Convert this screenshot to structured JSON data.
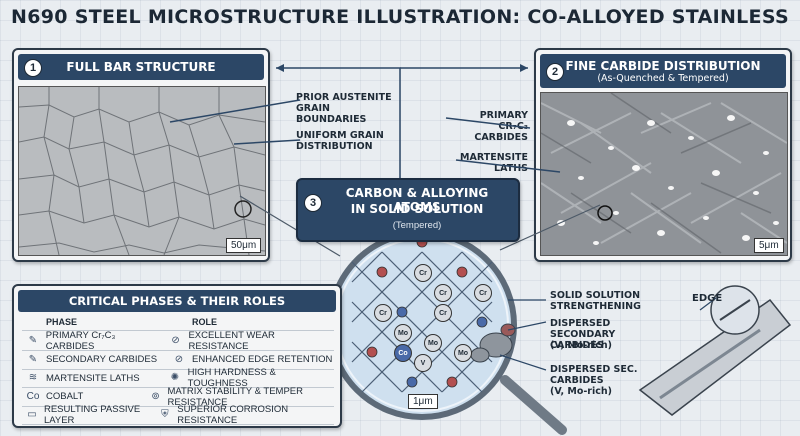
{
  "title": "N690 STEEL MICROSTRUCTURE ILLUSTRATION: CO-ALLOYED STAINLESS",
  "panel1": {
    "number": "1",
    "heading": "FULL BAR STRUCTURE",
    "scale": "50μm",
    "labels": {
      "grain_boundaries": "PRIOR AUSTENITE GRAIN BOUNDARIES",
      "uniform": "UNIFORM GRAIN DISTRIBUTION"
    }
  },
  "panel2": {
    "number": "2",
    "heading": "FINE CARBIDE DISTRIBUTION",
    "subheading": "(As-Quenched & Tempered)",
    "scale": "5μm",
    "labels": {
      "primary": "PRIMARY Cr₇C₃ CARBIDES",
      "martensite": "MARTENSITE LATHS"
    }
  },
  "panel3": {
    "number": "3",
    "heading_line1": "CARBON & ALLOYING ATOMS",
    "heading_line2": "IN SOLID SOLUTION",
    "subheading": "(Tempered)",
    "scale": "1μm",
    "atoms": [
      "Cr",
      "Cr",
      "Cr",
      "Cr",
      "Cr",
      "Mo",
      "Mo",
      "Co",
      "Mo",
      "V"
    ],
    "labels": {
      "solid_solution": "SOLID SOLUTION STRENGTHENING",
      "dispersed1": "DISPERSED SECONDARY CARBIDES",
      "dispersed1_sub": "(V, Mo-rich)",
      "dispersed2": "DISPERSED SEC. CARBIDES",
      "dispersed2_sub": "(V, Mo-rich)"
    }
  },
  "phases": {
    "heading": "CRITICAL PHASES & THEIR ROLES",
    "col_phase": "PHASE",
    "col_role": "ROLE",
    "rows": [
      {
        "phase": "PRIMARY Cr₇C₃ CARBIDES",
        "role": "EXCELLENT WEAR RESISTANCE",
        "phase_icon": "carbide-icon",
        "role_icon": "wear-icon"
      },
      {
        "phase": "SECONDARY CARBIDES",
        "role": "ENHANCED EDGE RETENTION",
        "phase_icon": "carbide-icon",
        "role_icon": "edge-icon"
      },
      {
        "phase": "MARTENSITE LATHS",
        "role": "HIGH HARDNESS & TOUGHNESS",
        "phase_icon": "laths-icon",
        "role_icon": "hardness-icon"
      },
      {
        "phase": "COBALT",
        "role": "MATRIX STABILITY & TEMPER RESISTANCE",
        "phase_icon": "Co",
        "role_icon": "stability-icon"
      },
      {
        "phase": "RESULTING PASSIVE LAYER",
        "role": "SUPERIOR CORROSION RESISTANCE",
        "phase_icon": "layer-icon",
        "role_icon": "shield-icon"
      }
    ]
  },
  "edge": {
    "label": "EDGE"
  }
}
